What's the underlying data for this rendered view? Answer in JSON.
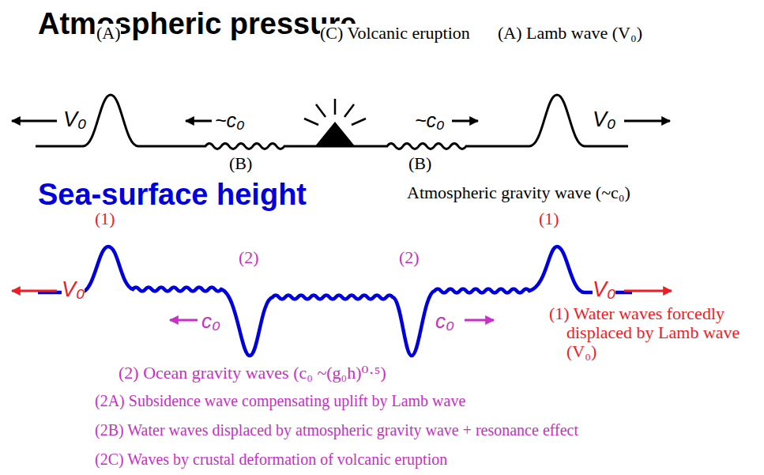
{
  "diagram": {
    "title": "Atmospheric pressure",
    "labels": [
      "(A)",
      "(C) Volcanic eruption",
      "(A) Lamb wave (V₀)",
      "V₀",
      "~c₀",
      "~c₀",
      "V₀",
      "(B)",
      "(B)",
      "Sea-surface height",
      "Atmospheric gravity wave (~c₀)",
      "(1)",
      "(1)",
      "(2)",
      "(2)",
      "V₀",
      "V₀",
      "c₀",
      "c₀",
      "(1) Water waves forcedly displaced by Lamb wave (V₀)",
      "(2) Ocean gravity waves (c₀ ~(g₀h)⁰·⁵)",
      "(2A) Subsidence wave compensating uplift by Lamb wave",
      "(2B) Water waves displaced by atmospheric gravity wave + resonance effect",
      "(2C) Waves by crustal deformation of volcanic eruption"
    ]
  }
}
